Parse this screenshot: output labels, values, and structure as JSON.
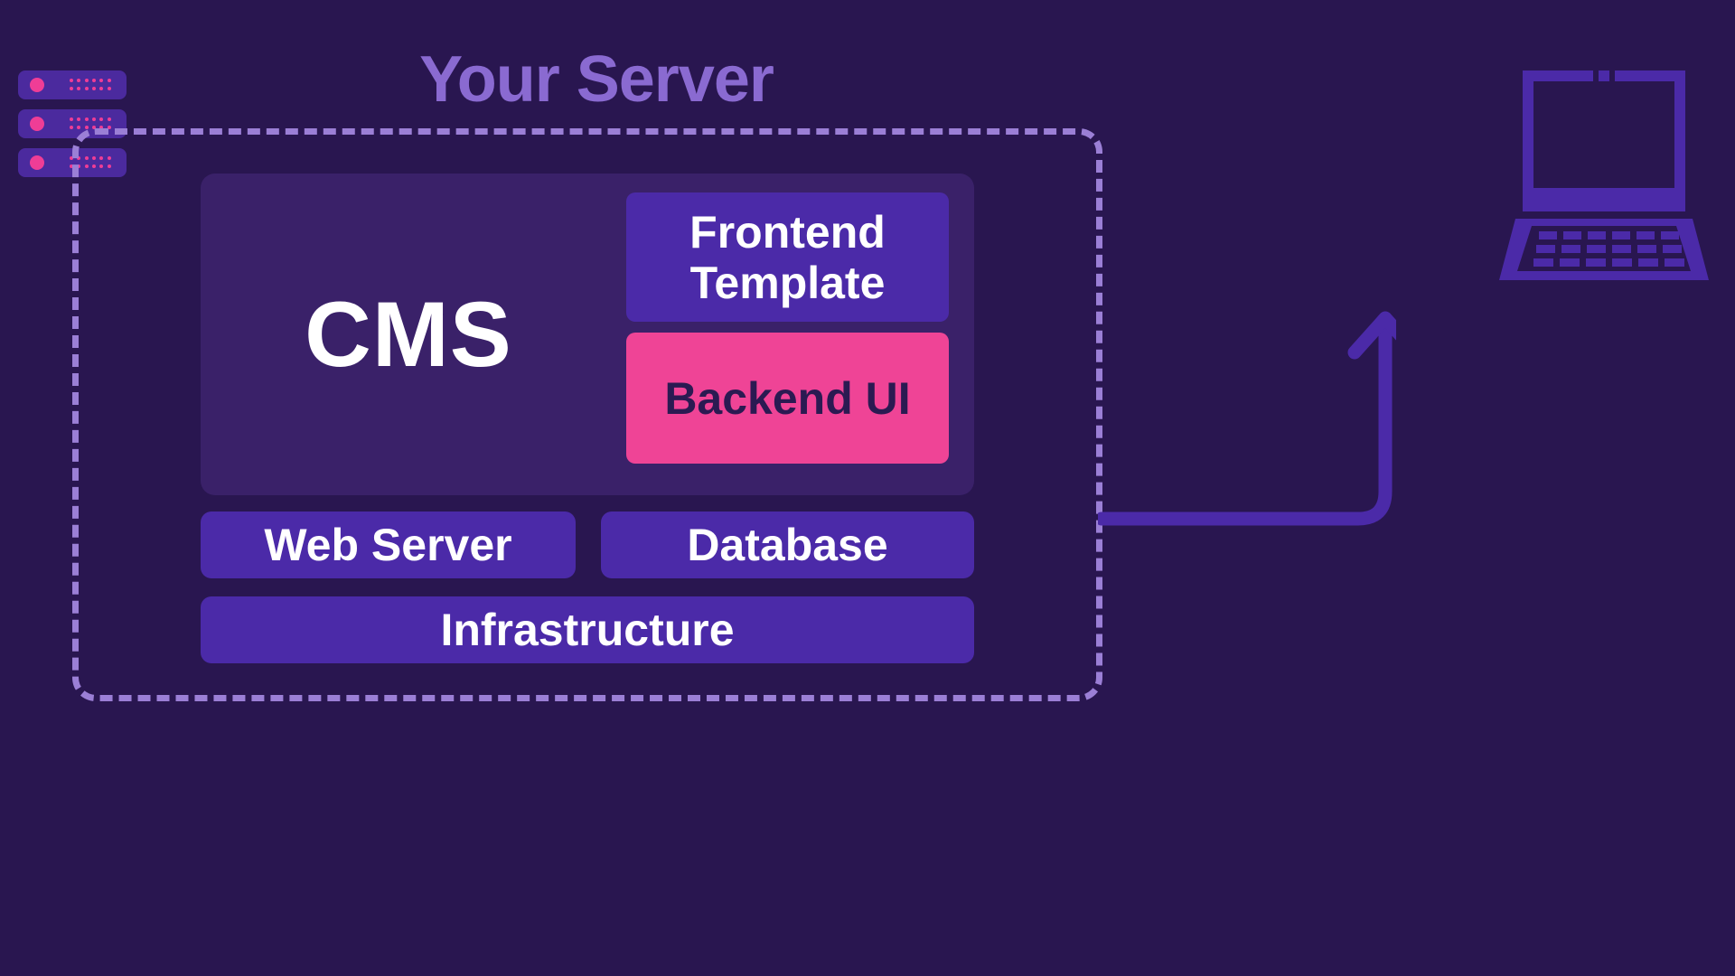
{
  "diagram": {
    "title": "Your Server",
    "background_color": "#291650",
    "boundary_style": "dashed",
    "boundary_color": "#9b7fd6"
  },
  "icons": {
    "server_rack": {
      "name": "server-rack-icon",
      "units": 3,
      "body_color": "#4b2a9e",
      "led_color": "#ef3d96"
    },
    "laptop": {
      "name": "laptop-icon",
      "color": "#4b2aa8"
    },
    "arrow": {
      "name": "deploy-arrow-icon",
      "color": "#4b2aa8",
      "direction": "up"
    }
  },
  "cms": {
    "label": "CMS",
    "background_color": "#3a2169",
    "text_color": "#ffffff",
    "modules": [
      {
        "label": "Frontend Template",
        "background_color": "#4b2aa8",
        "text_color": "#ffffff"
      },
      {
        "label": "Backend UI",
        "background_color": "#ef4496",
        "text_color": "#2b1a52"
      }
    ]
  },
  "stack": [
    {
      "label": "Web Server",
      "background_color": "#4b2aa8",
      "text_color": "#ffffff"
    },
    {
      "label": "Database",
      "background_color": "#4b2aa8",
      "text_color": "#ffffff"
    },
    {
      "label": "Infrastructure",
      "background_color": "#4b2aa8",
      "text_color": "#ffffff"
    }
  ]
}
